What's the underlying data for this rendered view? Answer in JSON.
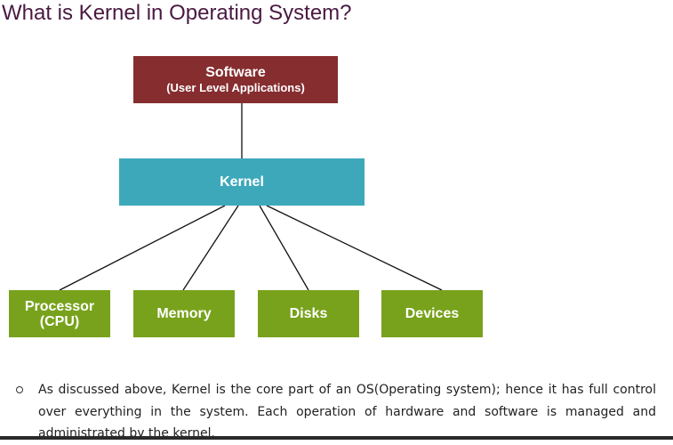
{
  "title": "What is Kernel in Operating System?",
  "diagram": {
    "software": {
      "label": "Software",
      "sublabel": "(User Level Applications)"
    },
    "kernel": {
      "label": "Kernel"
    },
    "components": [
      {
        "label": "Processor\n(CPU)"
      },
      {
        "label": "Memory"
      },
      {
        "label": "Disks"
      },
      {
        "label": "Devices"
      }
    ]
  },
  "body": {
    "bullet": "As discussed above, Kernel is the core part of an OS(Operating system); hence it has full control over everything in the system. Each operation of hardware and software is managed and administrated by the kernel."
  },
  "colors": {
    "title": "#4a1942",
    "software": "#862d2f",
    "kernel": "#3ea8bb",
    "component": "#78a21c"
  }
}
